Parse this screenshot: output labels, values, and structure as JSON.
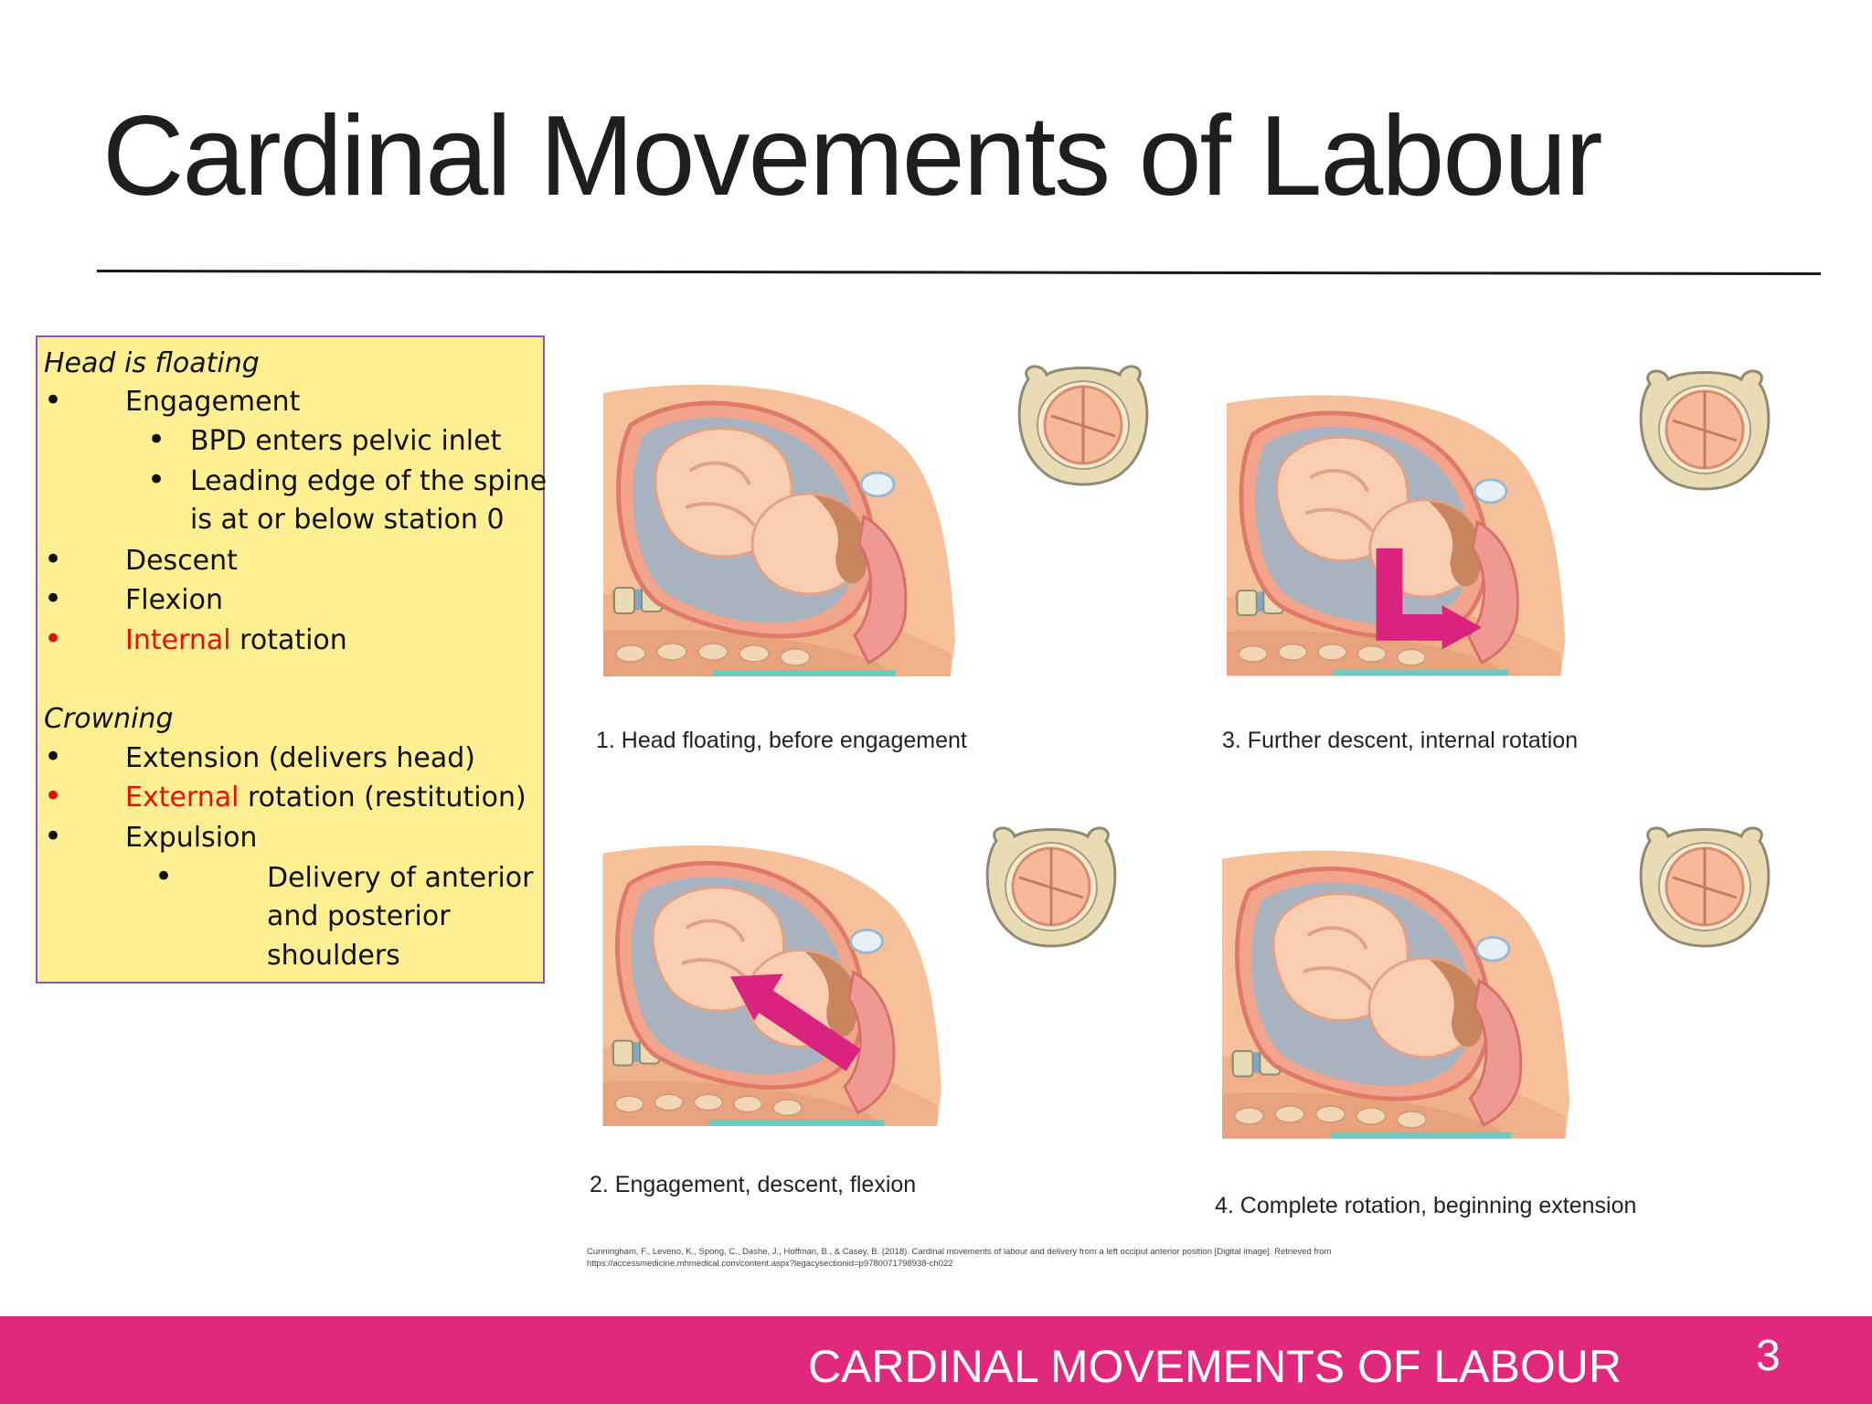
{
  "slide": {
    "title": "Cardinal Movements of Labour",
    "footer_title": "CARDINAL MOVEMENTS OF LABOUR",
    "page_number": "3"
  },
  "notes": {
    "heading1": "Head is floating",
    "engagement": "Engagement",
    "bpd": "BPD enters pelvic inlet",
    "leading1": "Leading edge of the spine",
    "leading2": "is at or below station 0",
    "descent": "Descent",
    "flexion": "Flexion",
    "internal_red": "Internal",
    "internal_rest": " rotation",
    "heading2": "Crowning",
    "extension": "Extension (delivers head)",
    "external_red": "External",
    "external_rest": " rotation (restitution)",
    "expulsion": "Expulsion",
    "delivery1": "Delivery of anterior",
    "delivery2": "and posterior",
    "delivery3": "shoulders"
  },
  "figures": {
    "cap1": "1. Head floating, before engagement",
    "cap2": "2. Engagement, descent, flexion",
    "cap3": "3. Further descent, internal rotation",
    "cap4": "4. Complete rotation, beginning extension"
  },
  "citation": {
    "line1": "Cunningham, F., Leveno, K., Spong, C., Dashe, J., Hoffman, B., & Casey, B. (2018). Cardinal movements of labour and delivery from a left occiput anterior position [Digital image]. Retrieved from",
    "line2": "https://accessmedicine.mhmedical.com/content.aspx?legacysectionid=p9780071798938-ch022"
  },
  "colors": {
    "accent": "#e0287d",
    "notes_bg": "#fdef92",
    "notes_border": "#8a5aa8",
    "highlight_red": "#e0130f",
    "arrow": "#d9237e"
  }
}
